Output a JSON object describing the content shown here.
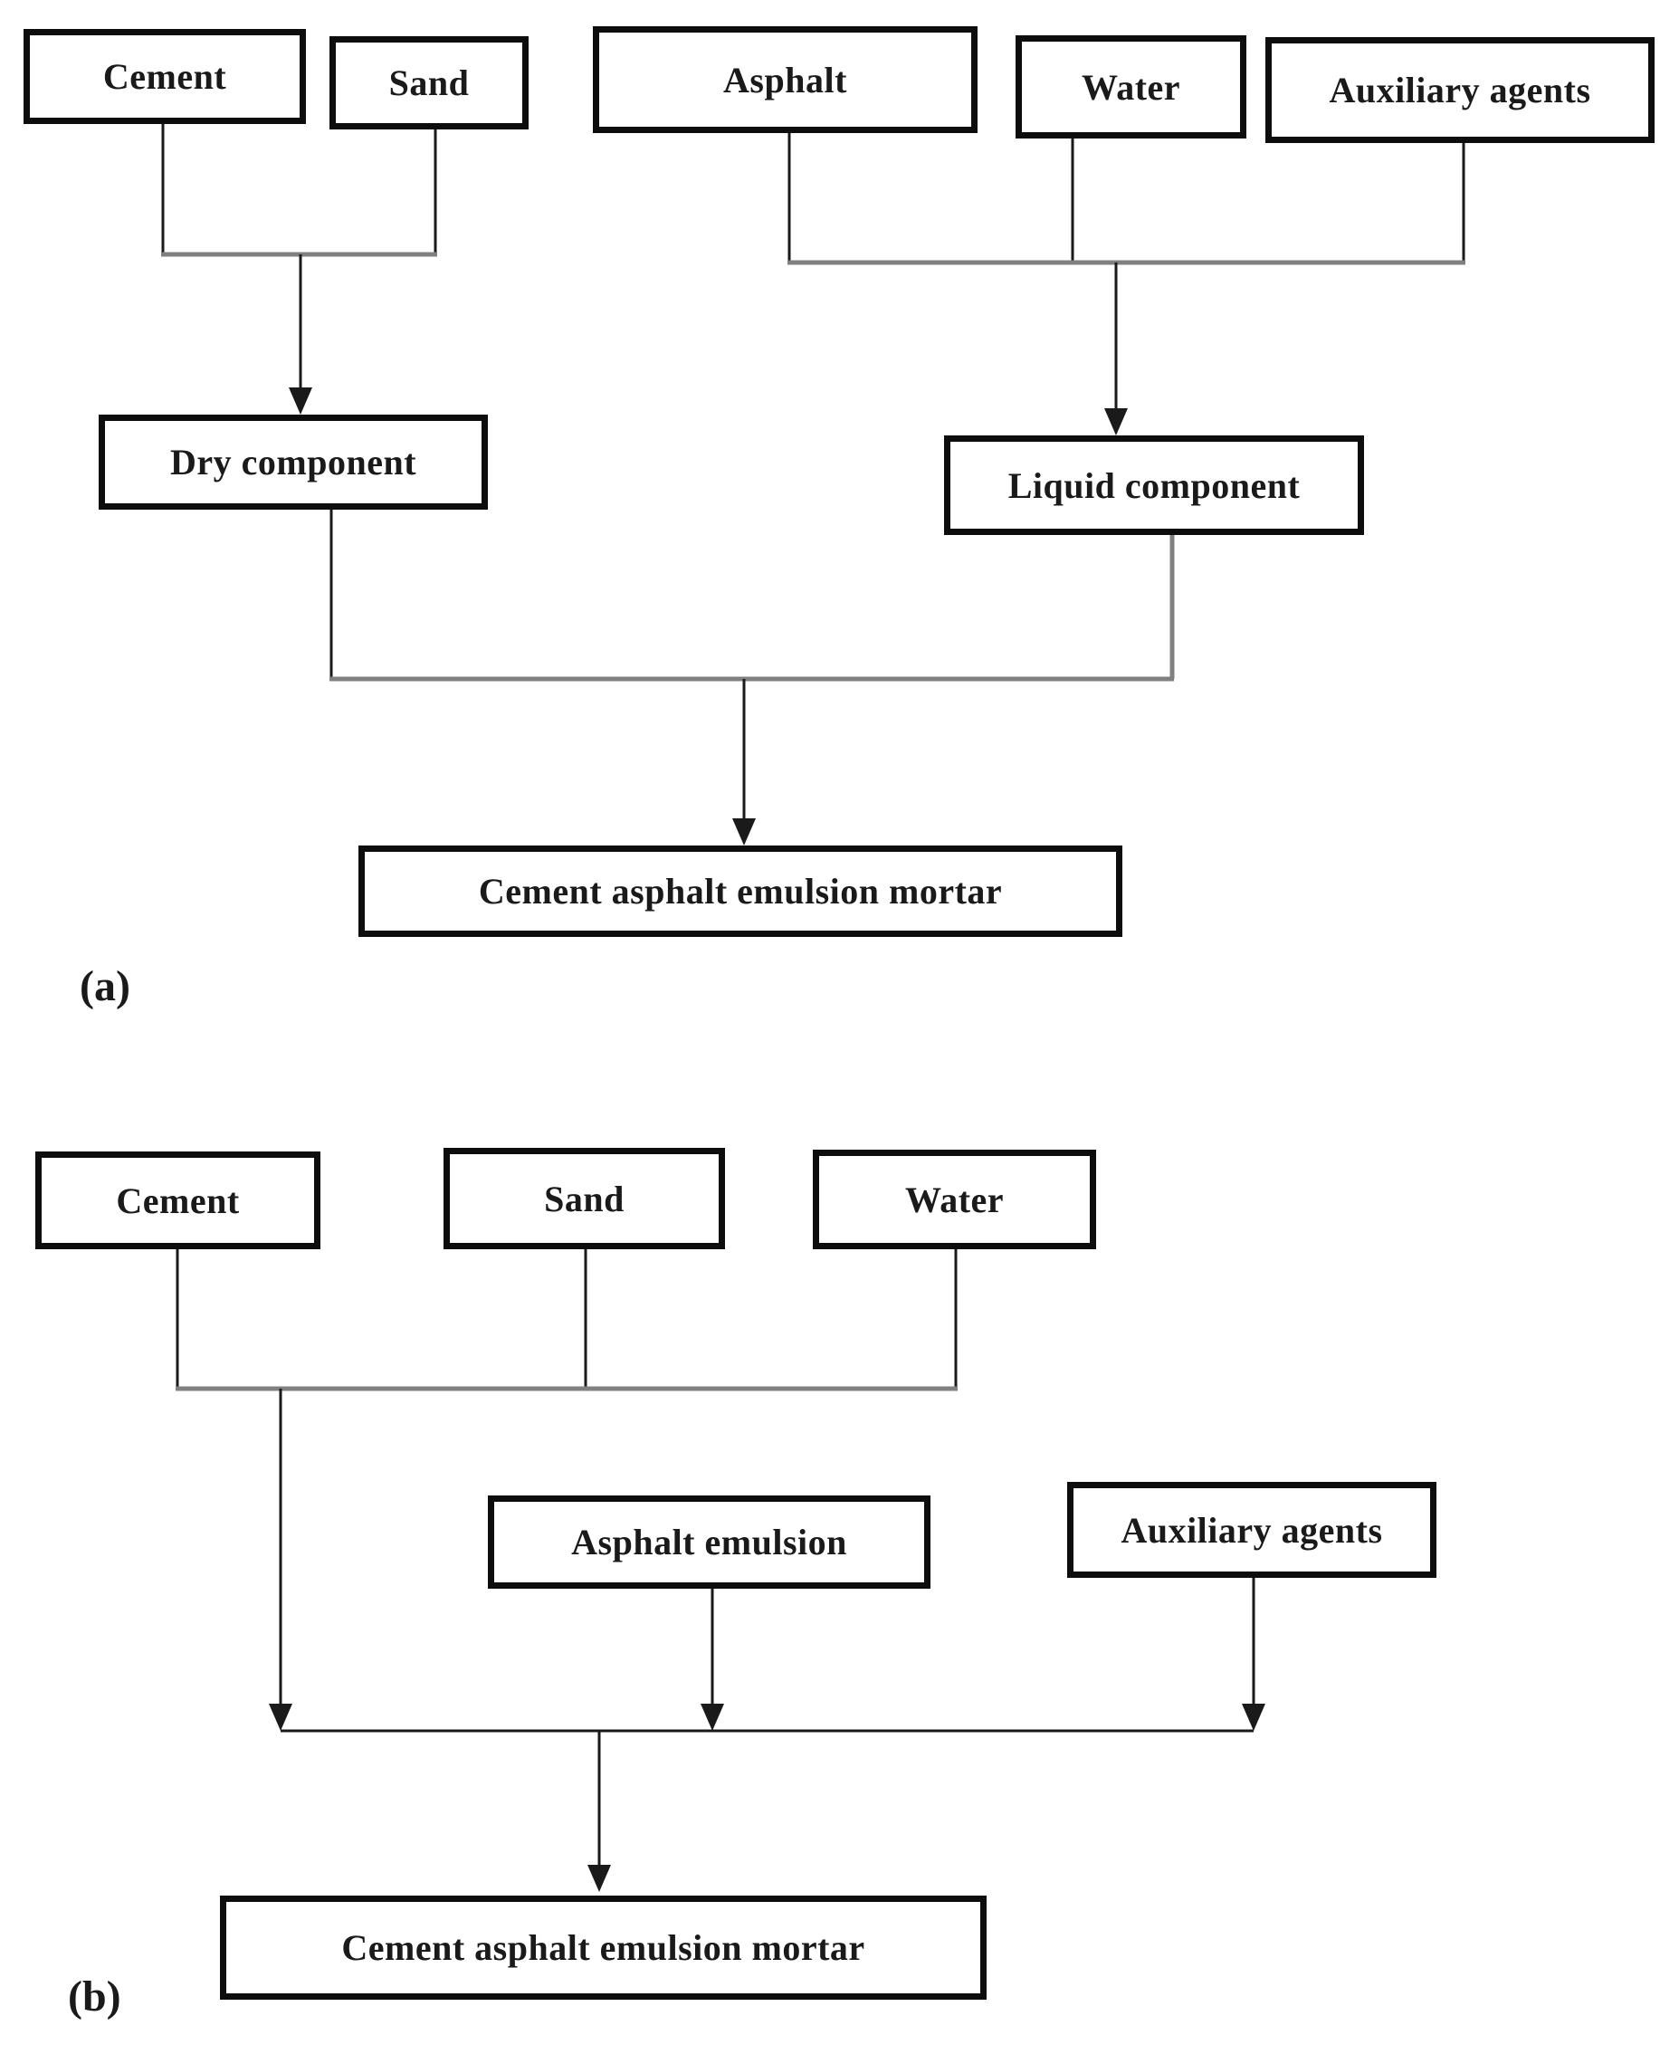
{
  "figure": {
    "panel_a": {
      "label": "(a)",
      "boxes": {
        "cement": "Cement",
        "sand": "Sand",
        "asphalt": "Asphalt",
        "water": "Water",
        "auxiliary_agents": "Auxiliary agents",
        "dry_component": "Dry component",
        "liquid_component": "Liquid component",
        "output": "Cement asphalt emulsion mortar"
      }
    },
    "panel_b": {
      "label": "(b)",
      "boxes": {
        "cement": "Cement",
        "sand": "Sand",
        "water": "Water",
        "asphalt_emulsion": "Asphalt emulsion",
        "auxiliary_agents": "Auxiliary agents",
        "output": "Cement asphalt emulsion mortar"
      }
    },
    "colors": {
      "line_black": "#1a1a1a",
      "line_gray": "#808080",
      "box_border": "#0d0d0d",
      "background": "#ffffff",
      "text": "#1a1a1a"
    }
  }
}
